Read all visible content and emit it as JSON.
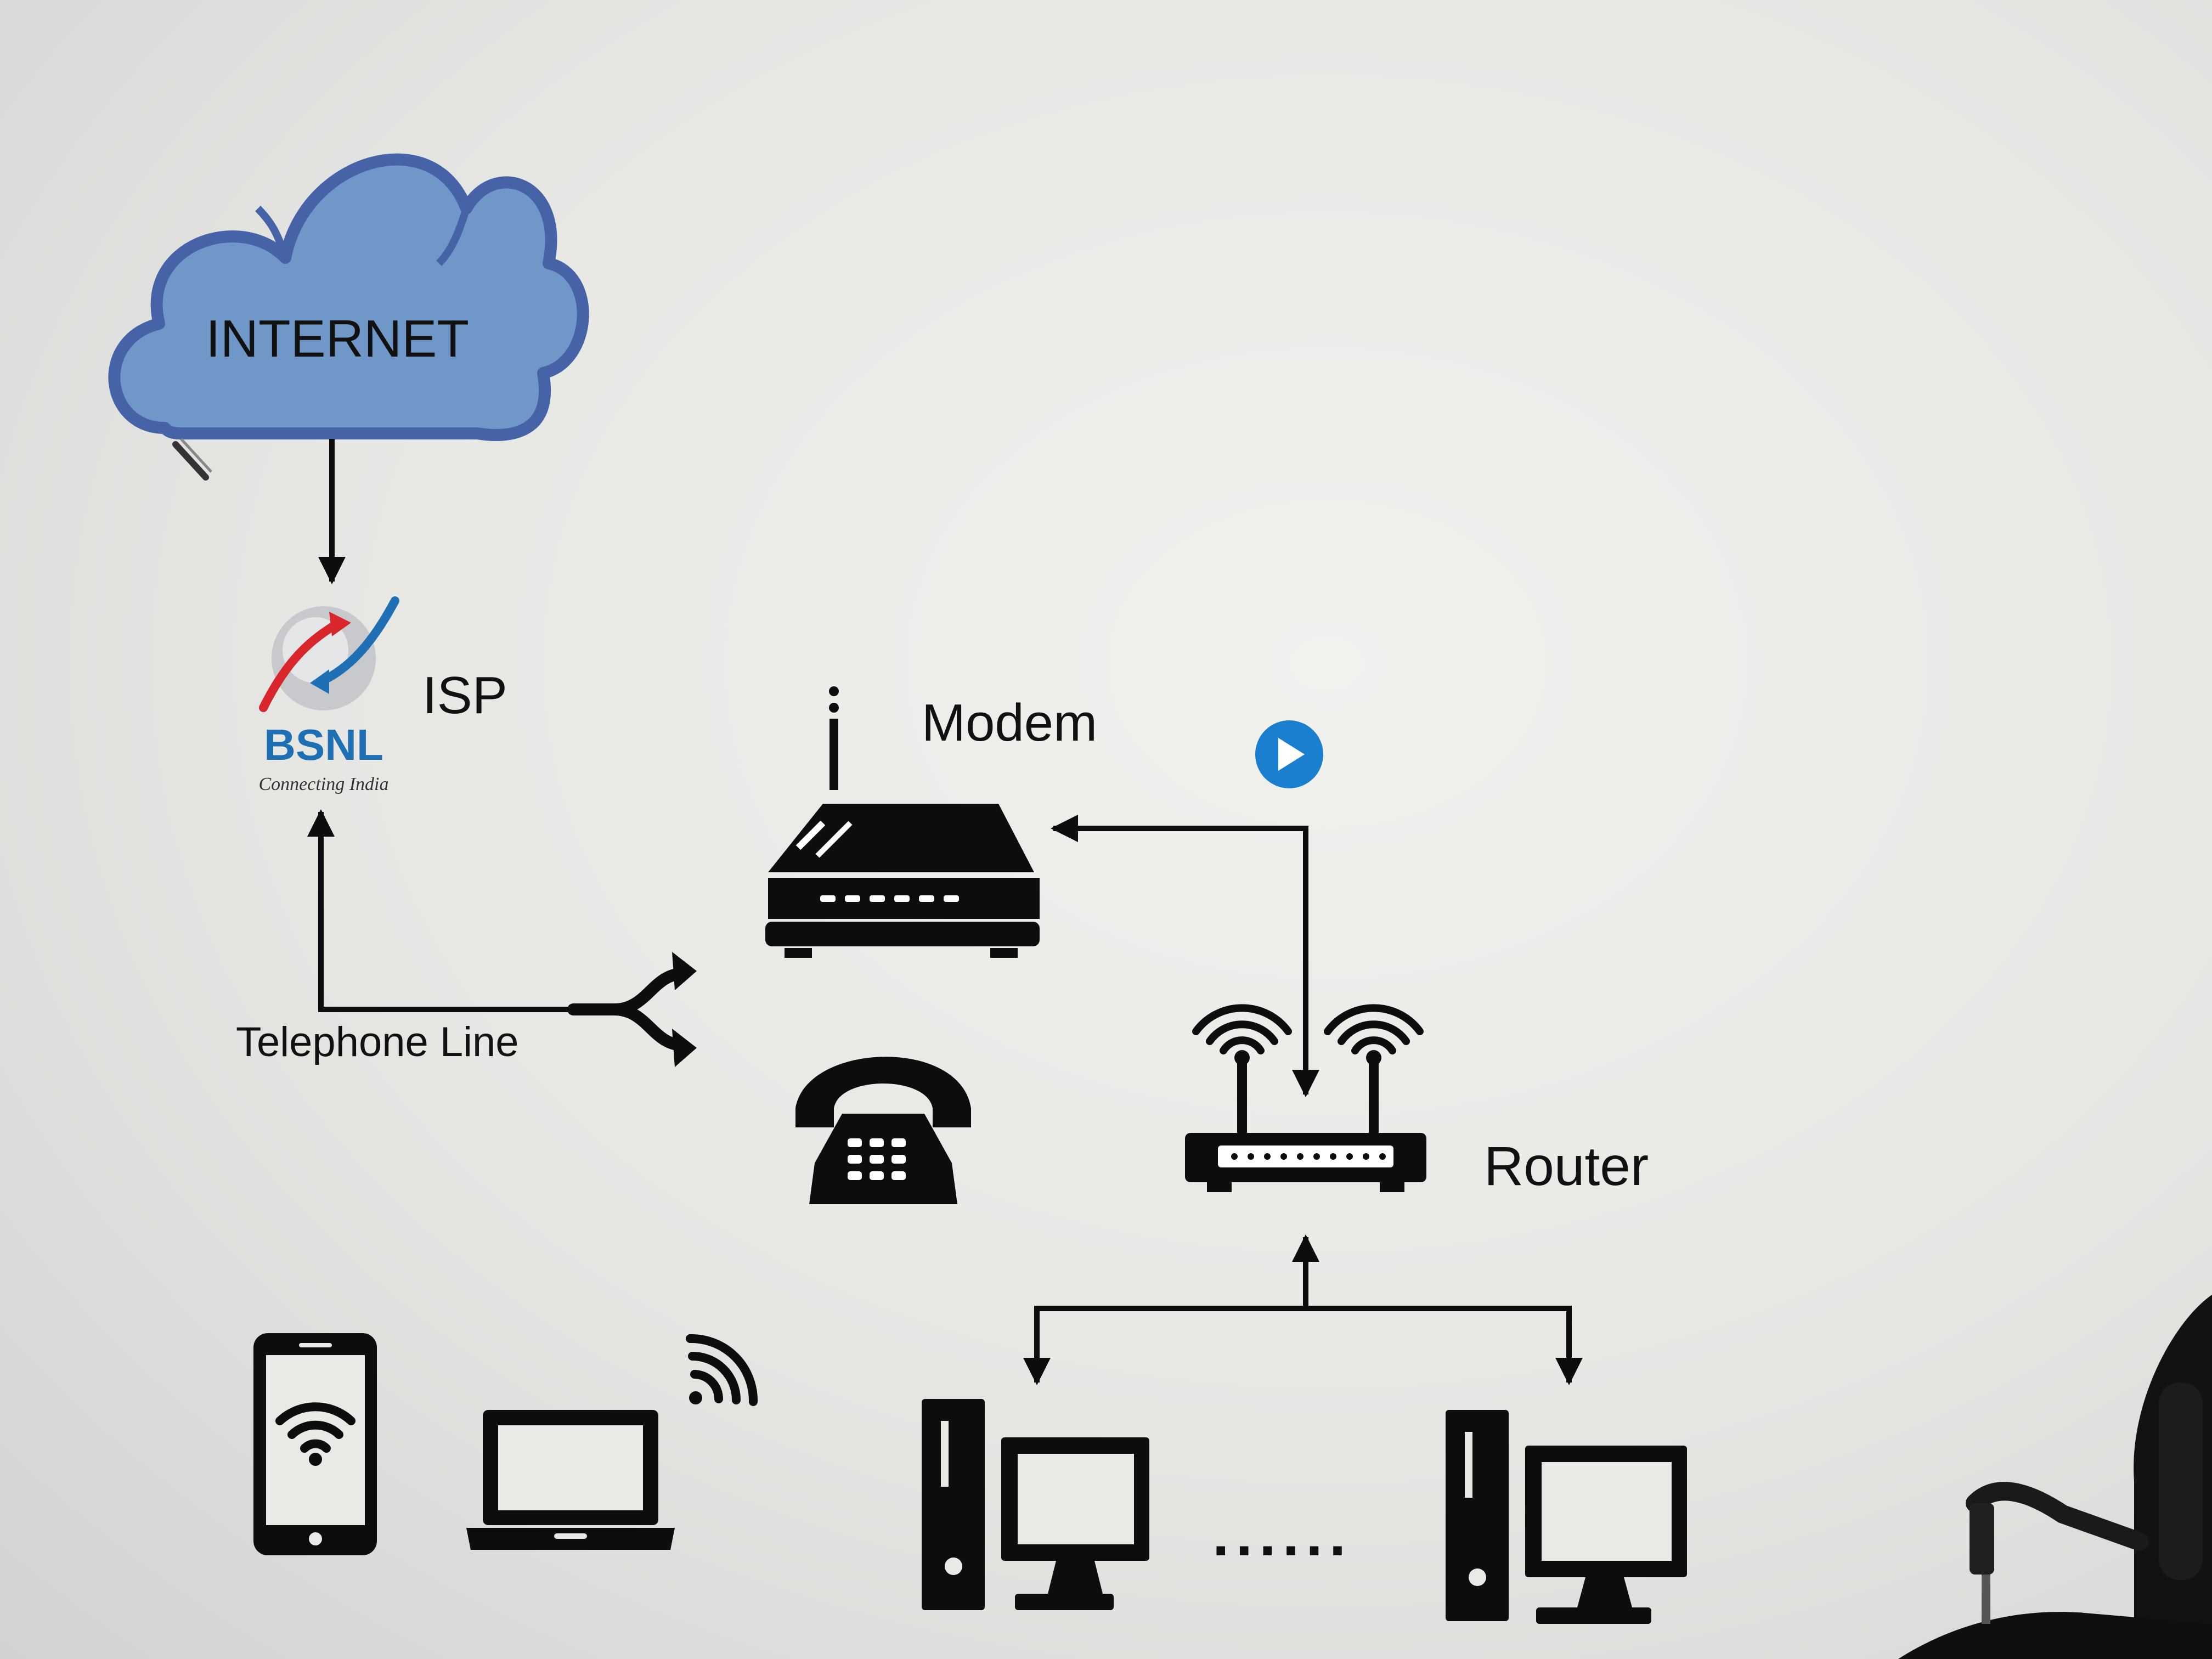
{
  "diagram": {
    "cloud_label": "INTERNET",
    "isp_label": "ISP",
    "isp_logo_text": "BSNL",
    "isp_logo_tagline": "Connecting India",
    "modem_label": "Modem",
    "telephone_line_label": "Telephone Line",
    "router_label": "Router",
    "ellipsis": "......"
  },
  "colors": {
    "cloud_fill": "#6f97c8",
    "cloud_stroke": "#4763a8",
    "bsnl_blue": "#1f6fb5",
    "bsnl_red": "#d8262c",
    "play_button": "#1b7fd0",
    "icon": "#0d0d0d"
  },
  "icons": {
    "isp": "bsnl-logo",
    "modem": "modem-icon",
    "splitter": "splitter-icon",
    "telephone": "telephone-icon",
    "router": "router-icon",
    "smartphone": "smartphone-wifi-icon",
    "laptop": "laptop-icon",
    "wireless": "wifi-signal-icon",
    "desktop": "desktop-computer-icon",
    "play": "play-icon",
    "microphone": "microphone-icon"
  }
}
